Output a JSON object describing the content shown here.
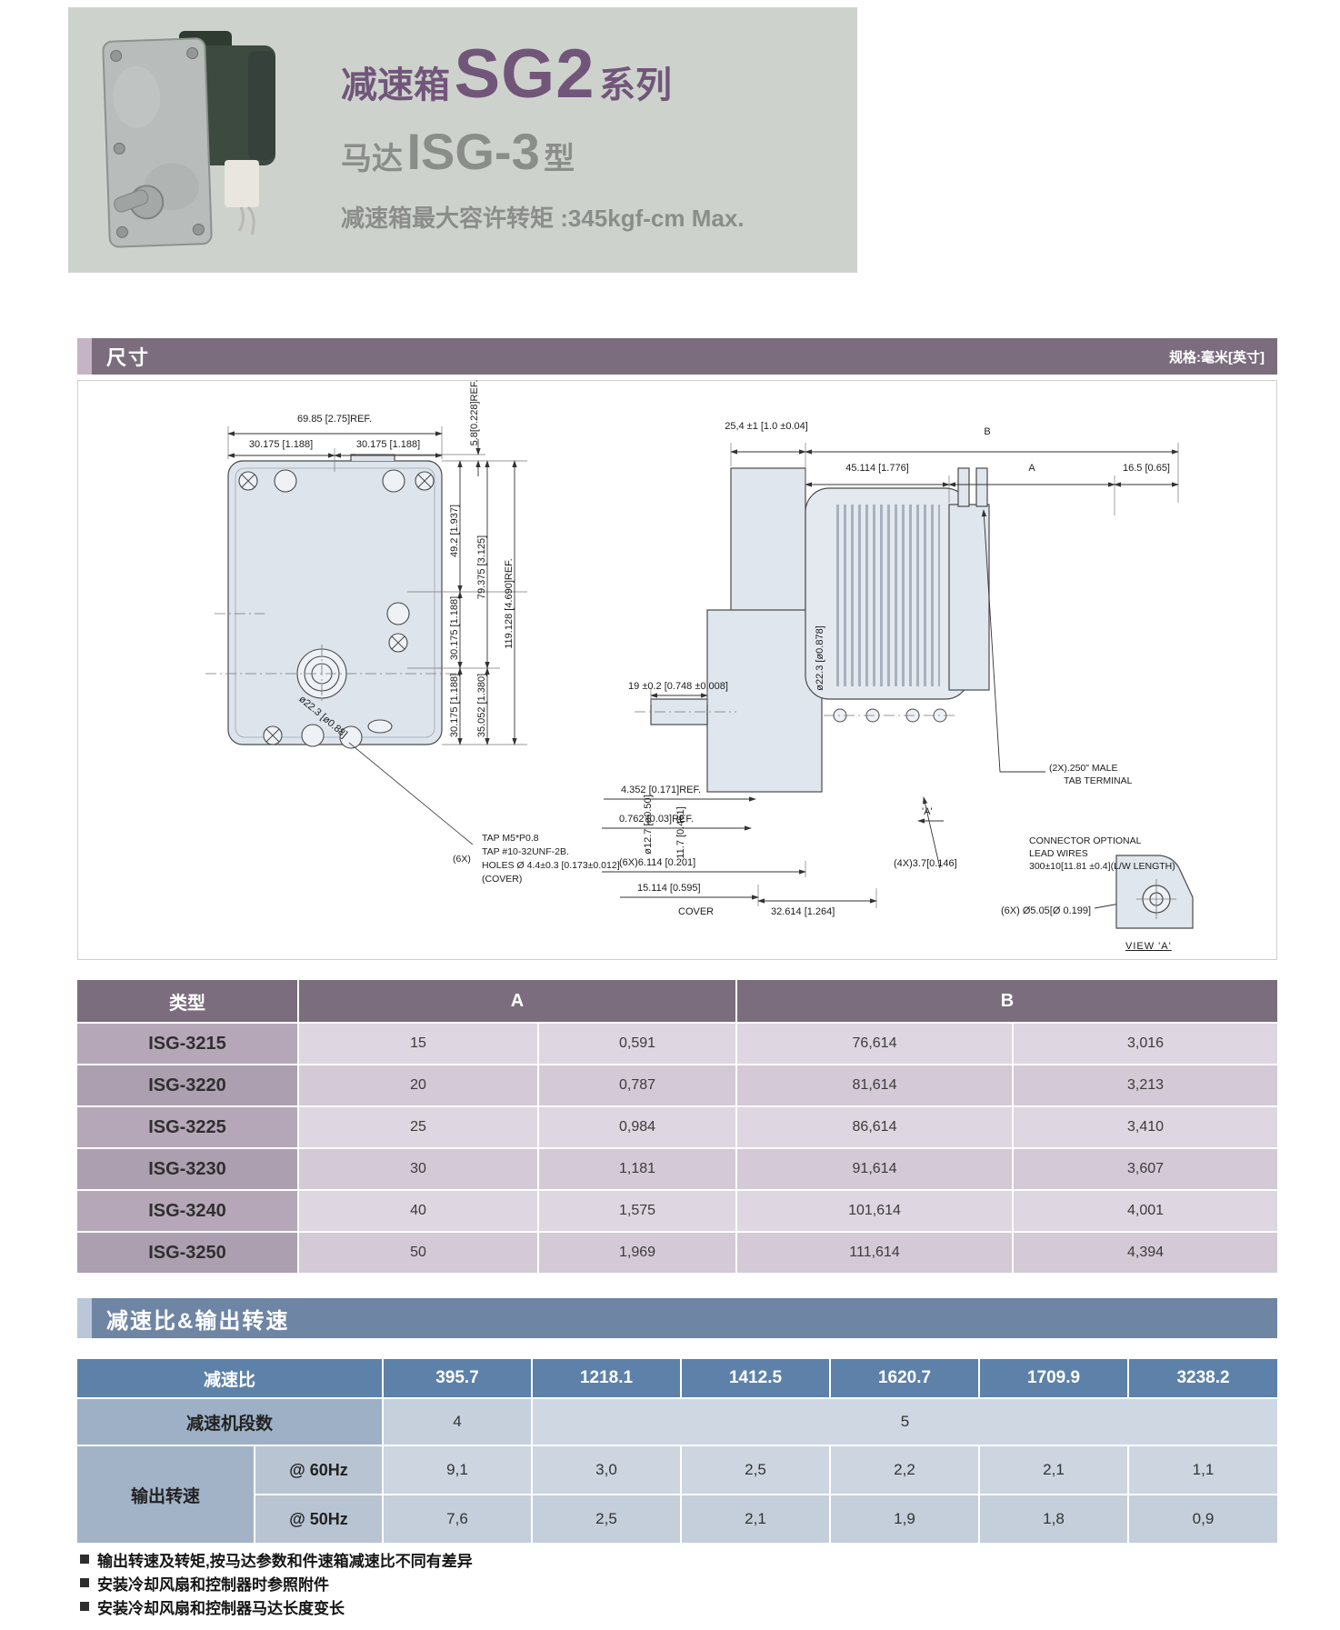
{
  "header": {
    "title_prefix": "减速箱",
    "title_model": "SG2",
    "title_suffix": "系列",
    "subtitle_prefix": "马达",
    "subtitle_model": "ISG-3",
    "subtitle_suffix": "型",
    "torque_line": "减速箱最大容许转矩 :345kgf-cm Max."
  },
  "colors": {
    "accent_purple": "#7b6d7d",
    "accent_blue": "#5d81a9",
    "header_bg": "#cdd3cc"
  },
  "dim_section": {
    "title": "尺寸",
    "unit_note": "规格:毫米[英寸]"
  },
  "drawing": {
    "front": {
      "w_total": "69.85 [2.75]REF.",
      "w_half_l": "30.175 [1.188]",
      "w_half_r": "30.175 [1.188]",
      "h_ref_top": "5.8[0.228]REF.",
      "h1": "49.2 [1.937]",
      "h2": "79.375 [3.125]",
      "h3": "30.175 [1.188]",
      "h4": "30.175 [1.188]",
      "h5": "35.052 [1.380]",
      "h_total": "119.128 [4.690]REF.",
      "shaft_dia": "ø22.3 [ø0.88]",
      "tap_qty": "(6X)",
      "tap_l1": "TAP M5*P0.8",
      "tap_l2": "TAP #10-32UNF-2B.",
      "tap_l3": "HOLES Ø 4.4±0.3 [0.173±0.012]",
      "tap_l4": "(COVER)"
    },
    "side": {
      "d1": "25,4 ±1 [1.0 ±0.04]",
      "dim_b": "B",
      "d2": "45.114 [1.776]",
      "dim_a": "A",
      "d3": "16.5 [0.65]",
      "d4": "19 ±0.2 [0.748 ±0.008]",
      "shaft_dia": "ø22.3 [ø0.878]",
      "d5": "4.352 [0.171]REF.",
      "d6": "0.762 [0.03]REF.",
      "d7": "(6X)6.114 [0.201]",
      "d8": "15.114 [0.595]",
      "cover": "COVER",
      "d9": "32.614 [1.264]",
      "d10": "(4X)3.7[0.146]",
      "d11": "ø12.7 [ø0.50]",
      "d11b": "11.7 [0.461]",
      "tab_l1": "(2X).250\" MALE",
      "tab_l2": "TAB TERMINAL",
      "conn_l1": "CONNECTOR OPTIONAL",
      "conn_l2": "LEAD WIRES",
      "conn_l3": "300±10[11.81 ±0.4](L/W LENGTH)",
      "d12": "(6X) Ø5.05[Ø 0.199]",
      "view_label": "VIEW 'A'",
      "arrow_label": "'A'"
    }
  },
  "type_table": {
    "col_type": "类型",
    "col_a": "A",
    "col_b": "B",
    "rows": [
      {
        "type": "ISG-3215",
        "a_mm": "15",
        "a_in": "0,591",
        "b_mm": "76,614",
        "b_in": "3,016"
      },
      {
        "type": "ISG-3220",
        "a_mm": "20",
        "a_in": "0,787",
        "b_mm": "81,614",
        "b_in": "3,213"
      },
      {
        "type": "ISG-3225",
        "a_mm": "25",
        "a_in": "0,984",
        "b_mm": "86,614",
        "b_in": "3,410"
      },
      {
        "type": "ISG-3230",
        "a_mm": "30",
        "a_in": "1,181",
        "b_mm": "91,614",
        "b_in": "3,607"
      },
      {
        "type": "ISG-3240",
        "a_mm": "40",
        "a_in": "1,575",
        "b_mm": "101,614",
        "b_in": "4,001"
      },
      {
        "type": "ISG-3250",
        "a_mm": "50",
        "a_in": "1,969",
        "b_mm": "111,614",
        "b_in": "4,394"
      }
    ]
  },
  "ratio_section": {
    "title": "减速比&输出转速"
  },
  "ratio_table": {
    "col_ratio": "减速比",
    "ratios": [
      "395.7",
      "1218.1",
      "1412.5",
      "1620.7",
      "1709.9",
      "3238.2"
    ],
    "stages_label": "减速机段数",
    "stages_4": "4",
    "stages_5": "5",
    "output_label": "输出转速",
    "hz60_label": "@ 60Hz",
    "hz60": [
      "9,1",
      "3,0",
      "2,5",
      "2,2",
      "2,1",
      "1,1"
    ],
    "hz50_label": "@ 50Hz",
    "hz50": [
      "7,6",
      "2,5",
      "2,1",
      "1,9",
      "1,8",
      "0,9"
    ]
  },
  "notes": [
    "输出转速及转矩,按马达参数和件速箱减速比不同有差异",
    "安装冷却风扇和控制器时参照附件",
    "安装冷却风扇和控制器马达长度变长"
  ]
}
